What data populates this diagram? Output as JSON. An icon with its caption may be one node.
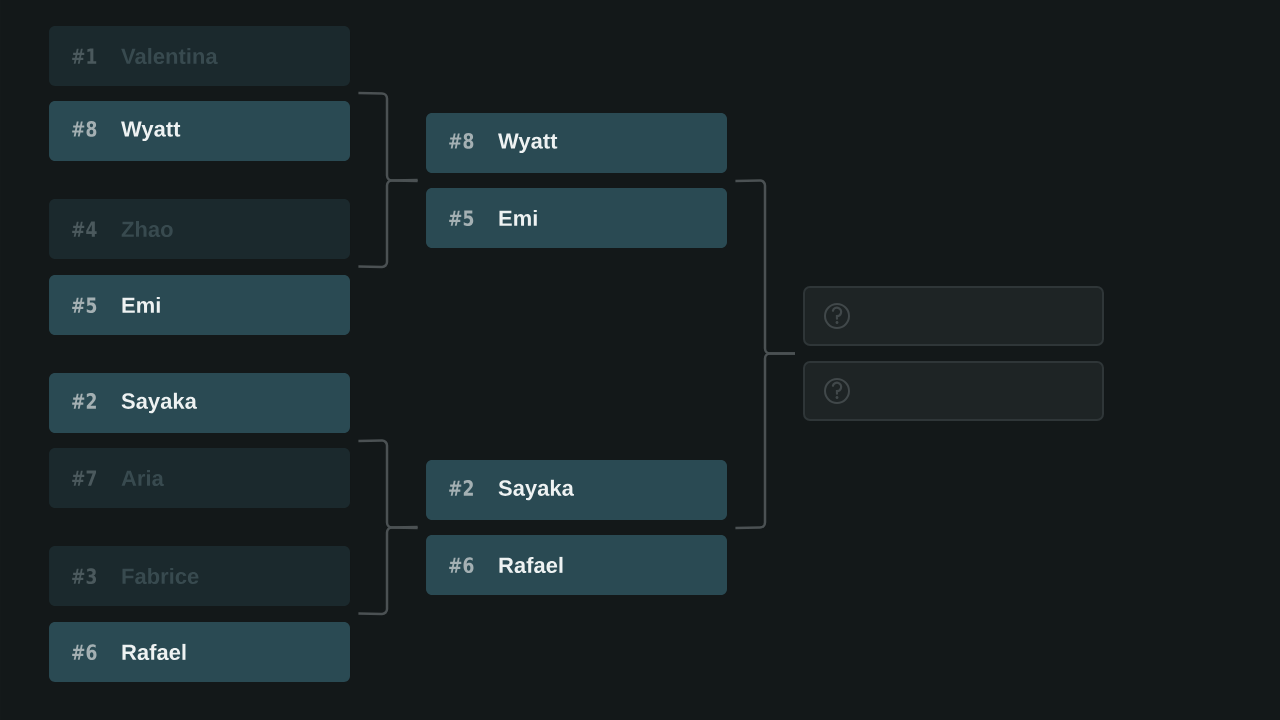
{
  "diagram": {
    "nodes": [
      {
        "text": [
          "#1",
          "Valentina"
        ]
      },
      {
        "text": [
          "#8",
          "Wyatt"
        ]
      },
      {
        "text": [
          "#4",
          "Zhao"
        ]
      },
      {
        "text": [
          "#5",
          "Emi"
        ]
      },
      {
        "text": [
          "#2",
          "Sayaka"
        ]
      },
      {
        "text": [
          "#7",
          "Aria"
        ]
      },
      {
        "text": [
          "#3",
          "Fabrice"
        ]
      },
      {
        "text": [
          "#6",
          "Rafael"
        ]
      },
      {
        "text": [
          "#8",
          "Wyatt"
        ]
      },
      {
        "text": [
          "#5",
          "Emi"
        ]
      },
      {
        "text": [
          "#2",
          "Sayaka"
        ]
      },
      {
        "text": [
          "#6",
          "Rafael"
        ]
      },
      {
        "text": [],
        "shape": "box"
      },
      {
        "text": [],
        "shape": "box"
      }
    ],
    "edges": [
      {
        "from": 1,
        "to": 8,
        "arrow": "none"
      },
      {
        "from": 3,
        "to": 9,
        "arrow": "none"
      },
      {
        "from": 4,
        "to": 10,
        "arrow": "none"
      },
      {
        "from": 7,
        "to": 11,
        "arrow": "none"
      },
      {
        "from": 8,
        "to": 12,
        "arrow": "none"
      },
      {
        "from": 10,
        "to": 13,
        "arrow": "none"
      }
    ]
  }
}
